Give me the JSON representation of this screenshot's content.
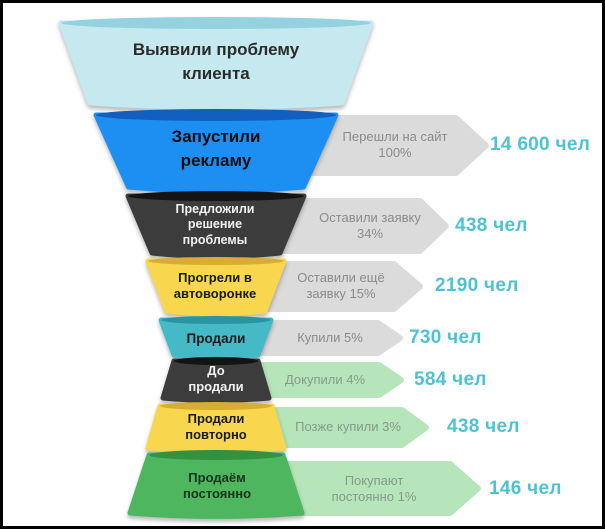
{
  "chart_data": {
    "type": "funnel",
    "title": "",
    "unit": "чел",
    "stages": [
      {
        "stage": "Выявили проблему клиента",
        "metric": null,
        "percent": null,
        "value": null,
        "value_label": null
      },
      {
        "stage": "Запустили рекламу",
        "metric": "Перешли на сайт",
        "percent": 100,
        "value": 14600,
        "value_label": "14 600 чел"
      },
      {
        "stage": "Предложили решение проблемы",
        "metric": "Оставили заявку",
        "percent": 34,
        "value": 438,
        "value_label": "438 чел"
      },
      {
        "stage": "Прогрели в автоворонке",
        "metric": "Оставили ещё заявку",
        "percent": 15,
        "value": 2190,
        "value_label": "2190 чел"
      },
      {
        "stage": "Продали",
        "metric": "Купили",
        "percent": 5,
        "value": 730,
        "value_label": "730 чел"
      },
      {
        "stage": "До продали",
        "metric": "Докупили",
        "percent": 4,
        "value": 584,
        "value_label": "584 чел"
      },
      {
        "stage": "Продали повторно",
        "metric": "Позже купили",
        "percent": 3,
        "value": 438,
        "value_label": "438 чел"
      },
      {
        "stage": "Продаём постоянно",
        "metric": "Покупают постоянно",
        "percent": 1,
        "value": 146,
        "value_label": "146 чел"
      }
    ]
  },
  "display": {
    "value_color": "#4cc3d2",
    "stages": [
      {
        "label": "Выявили проблему\nклиента",
        "fill": "#c5e9ef",
        "rim": "#93d2de",
        "text_color": "#2b2b2b",
        "arrow": null,
        "value": null
      },
      {
        "label": "Запустили\nрекламу",
        "fill": "#1e8ff2",
        "rim": "#1260bd",
        "text_color": "#0d0d0d",
        "arrow": {
          "label": "Перешли на сайт\n100%",
          "fill": "#dbdbdb",
          "text_color": "#8b8b8b"
        },
        "value": "14 600 чел"
      },
      {
        "label": "Предложили\nрешение\nпроблемы",
        "fill": "#3c3c3c",
        "rim": "#141414",
        "text_color": "#f2f2f2",
        "arrow": {
          "label": "Оставили заявку\n34%",
          "fill": "#dbdbdb",
          "text_color": "#8b8b8b"
        },
        "value": "438 чел"
      },
      {
        "label": "Прогрели в\nавтоворонке",
        "fill": "#f8d74f",
        "rim": "#d8ac35",
        "text_color": "#1a1a1a",
        "arrow": {
          "label": "Оставили ещё\nзаявку 15%",
          "fill": "#dbdbdb",
          "text_color": "#8b8b8b"
        },
        "value": "2190 чел"
      },
      {
        "label": "Продали",
        "fill": "#45bac6",
        "rim": "#2b94a3",
        "text_color": "#1a1a1a",
        "arrow": {
          "label": "Купили 5%",
          "fill": "#dbdbdb",
          "text_color": "#8b8b8b"
        },
        "value": "730 чел"
      },
      {
        "label": "До\nпродали",
        "fill": "#3c3c3c",
        "rim": "#141414",
        "text_color": "#f2f2f2",
        "arrow": {
          "label": "Докупили 4%",
          "fill": "#b5e5b8",
          "text_color": "#879a8c"
        },
        "value": "584 чел"
      },
      {
        "label": "Продали\nповторно",
        "fill": "#f8d74f",
        "rim": "#d8ac35",
        "text_color": "#1a1a1a",
        "arrow": {
          "label": "Позже купили 3%",
          "fill": "#b5e5b8",
          "text_color": "#879a8c"
        },
        "value": "438 чел"
      },
      {
        "label": "Продаём\nпостоянно",
        "fill": "#4db65e",
        "rim": "#32923f",
        "text_color": "#16341b",
        "arrow": {
          "label": "Покупают\nпостоянно 1%",
          "fill": "#b5e5b8",
          "text_color": "#879a8c"
        },
        "value": "146 чел"
      }
    ]
  }
}
